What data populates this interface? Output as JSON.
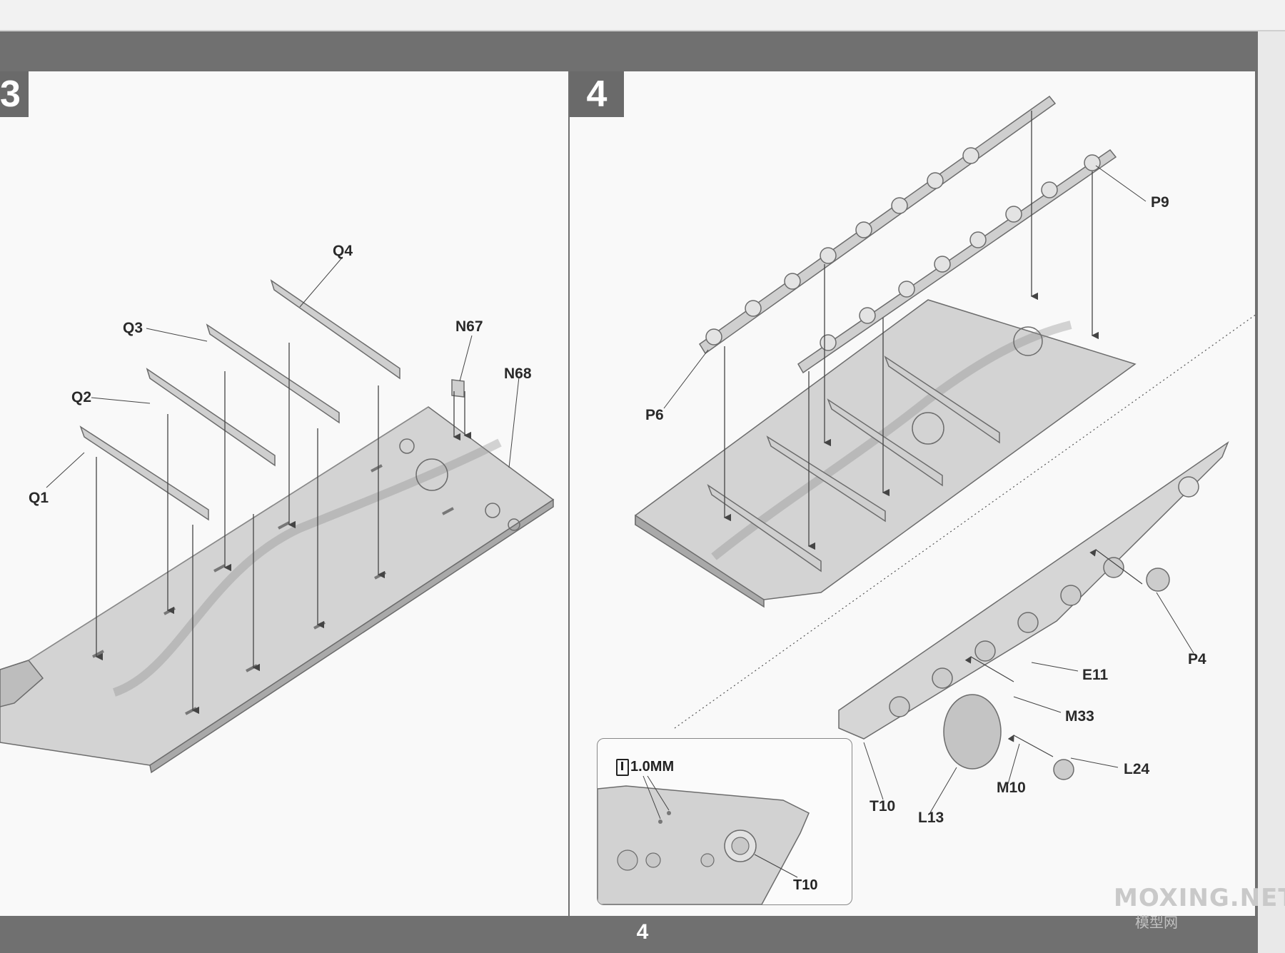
{
  "header": {
    "page_number": "4"
  },
  "steps": [
    {
      "number": "3",
      "parts": [
        "Q4",
        "Q3",
        "N67",
        "N68",
        "Q2",
        "Q1"
      ]
    },
    {
      "number": "4",
      "parts": [
        "P9",
        "P6",
        "P4",
        "E11",
        "M33",
        "L24",
        "M10",
        "T10",
        "L13"
      ]
    }
  ],
  "inset": {
    "drill_size": "1.0MM",
    "part": "T10"
  },
  "watermark": {
    "text": "MOXING.NET",
    "sub": "模型网"
  }
}
